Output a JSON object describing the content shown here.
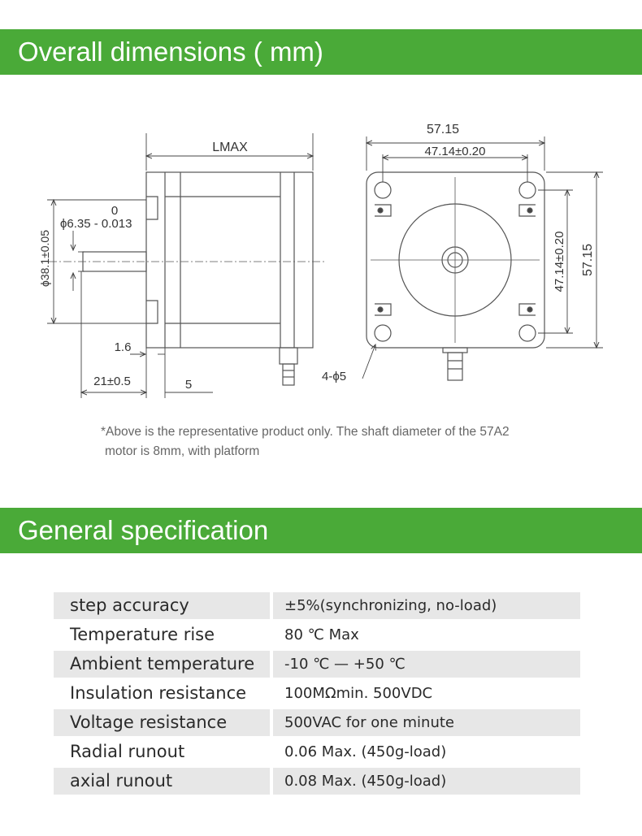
{
  "section1": {
    "title": "Overall dimensions ( mm)"
  },
  "dims": {
    "lmax": "LMAX",
    "top_width": "57.15",
    "hole_spacing_h": "47.14±0.20",
    "hole_spacing_v": "47.14±0.20",
    "side_height": "57.15",
    "flange_diameter": "ϕ38.1±0.05",
    "tol_zero": "0",
    "shaft_diameter": "ϕ6.35 - 0.013",
    "flange_thickness": "1.6",
    "shaft_length": "21±0.5",
    "boss_length": "5",
    "mount_holes": "4-ϕ5"
  },
  "note": {
    "line1": "*Above is the representative product only. The shaft diameter of the 57A2",
    "line2": "motor is 8mm, with platform"
  },
  "section2": {
    "title": "General specification"
  },
  "specs": [
    {
      "name": "step accuracy",
      "value": "±5%(synchronizing, no-load)"
    },
    {
      "name": "Temperature rise",
      "value": "80 ℃ Max"
    },
    {
      "name": "Ambient temperature",
      "value": "-10 ℃ — +50 ℃"
    },
    {
      "name": "Insulation resistance",
      "value": "100MΩmin. 500VDC"
    },
    {
      "name": "Voltage resistance",
      "value": "500VAC for one minute"
    },
    {
      "name": "Radial runout",
      "value": "0.06 Max. (450g-load)"
    },
    {
      "name": "axial runout",
      "value": "0.08 Max. (450g-load)"
    }
  ],
  "colors": {
    "banner": "#4aaa38",
    "row_shade": "#e7e7e7"
  }
}
